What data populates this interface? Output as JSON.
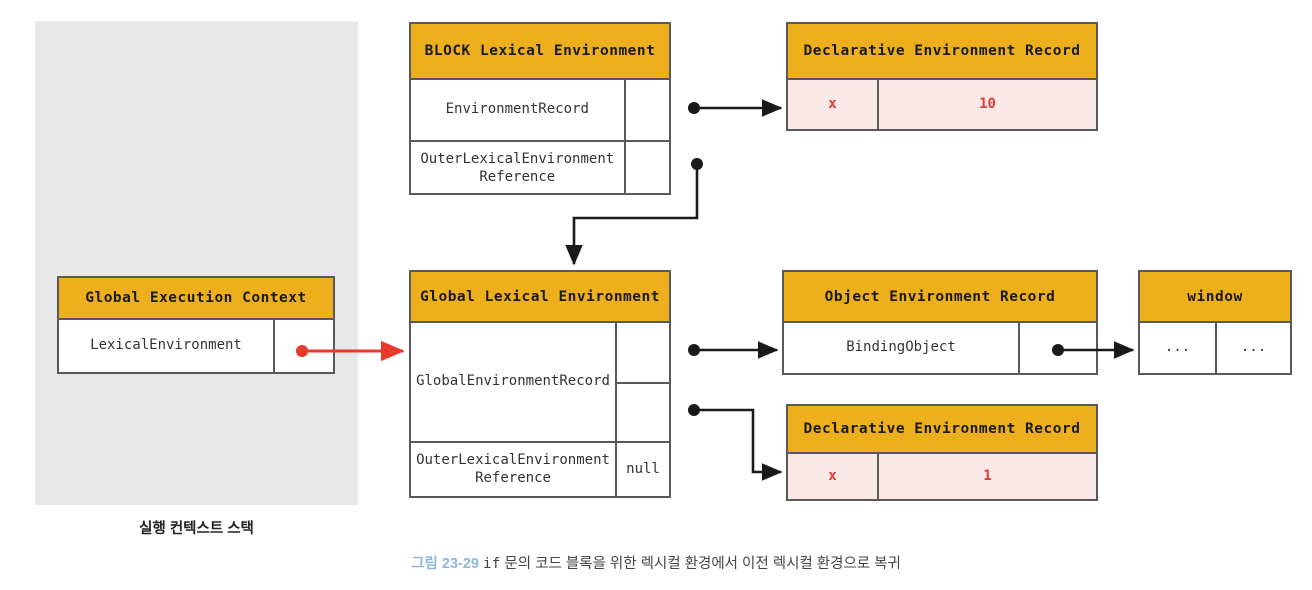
{
  "diagram": {
    "stack": {
      "label": "실행 컨텍스트 스택",
      "context": {
        "title": "Global Execution Context",
        "rows": [
          {
            "label": "LexicalEnvironment",
            "value": ""
          }
        ]
      }
    },
    "block_lexical_environment": {
      "title": "BLOCK Lexical Environment",
      "rows": [
        {
          "label": "EnvironmentRecord",
          "value": ""
        },
        {
          "label": "OuterLexicalEnvironment\nReference",
          "value": ""
        }
      ]
    },
    "block_declarative_record": {
      "title": "Declarative Environment Record",
      "bindings": [
        {
          "name": "x",
          "value": "10"
        }
      ]
    },
    "global_lexical_environment": {
      "title": "Global Lexical Environment",
      "rows": [
        {
          "label": "GlobalEnvironmentRecord",
          "value": ""
        },
        {
          "label": "OuterLexicalEnvironment\nReference",
          "value": "null"
        }
      ]
    },
    "object_environment_record": {
      "title": "Object Environment Record",
      "rows": [
        {
          "label": "BindingObject",
          "value": ""
        }
      ]
    },
    "window": {
      "title": "window",
      "cells": [
        "...",
        "..."
      ]
    },
    "global_declarative_record": {
      "title": "Declarative Environment Record",
      "bindings": [
        {
          "name": "x",
          "value": "1"
        }
      ]
    },
    "caption": {
      "tag": "그림 23-29",
      "code": "if",
      "text": "문의 코드 블록을 위한 렉시컬 환경에서 이전 렉시컬 환경으로 복귀"
    },
    "colors": {
      "header": "#EDB01C",
      "binding_bg": "#FBE9E7",
      "binding_text": "#E53935",
      "stack_bg": "#E8E8E8",
      "border": "#595959",
      "red_arrow": "#E8392A",
      "caption_tag": "#8FB8D8"
    }
  }
}
